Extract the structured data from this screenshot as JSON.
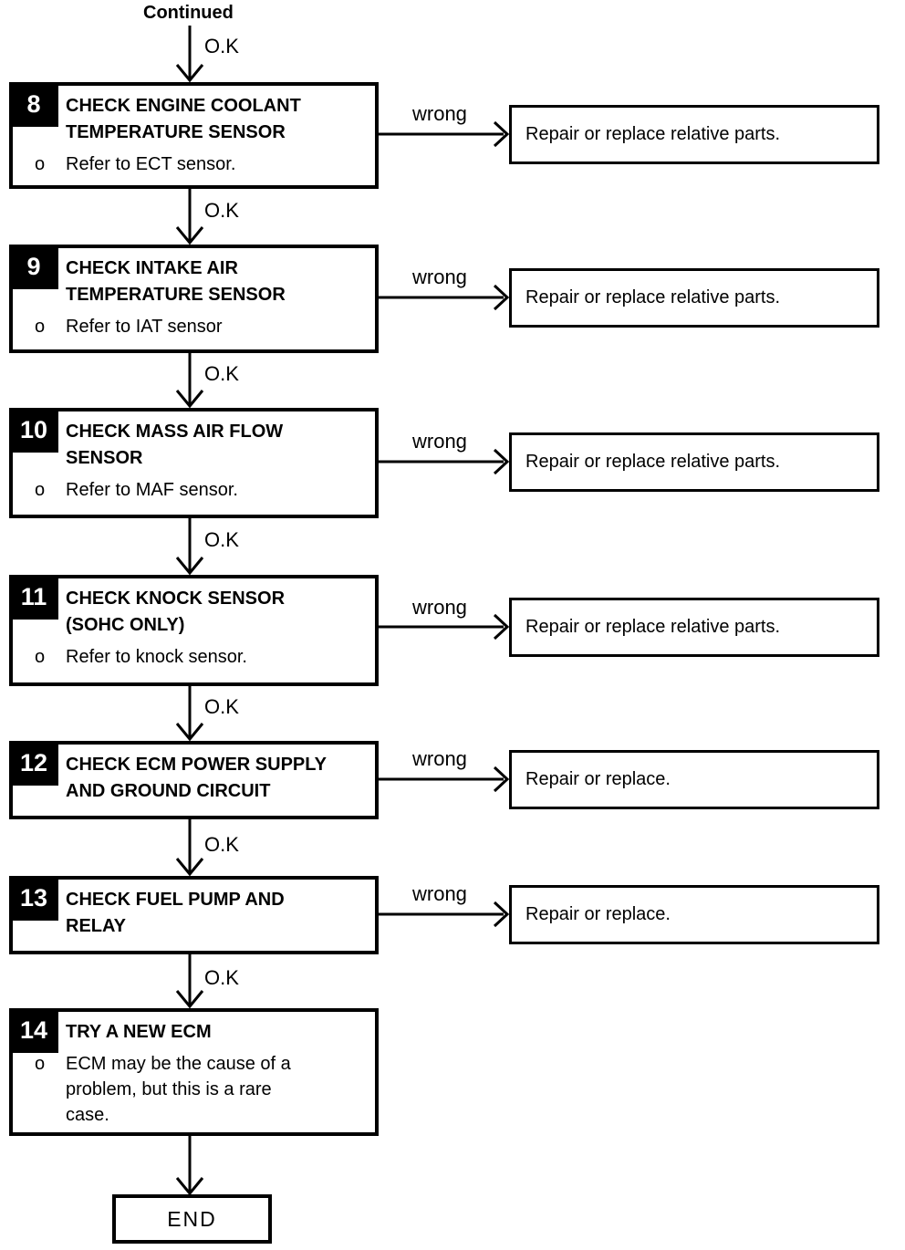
{
  "page": {
    "background_color": "#ffffff",
    "ink_color": "#000000"
  },
  "flow": {
    "continued_label": "Continued",
    "ok_label": "O.K",
    "wrong_label": "wrong",
    "end_label": "END",
    "bullet": "o",
    "steps": [
      {
        "number": "8",
        "title": "CHECK ENGINE COOLANT\nTEMPERATURE SENSOR",
        "note": "Refer to ECT sensor.",
        "wrong_action": "Repair or replace relative parts."
      },
      {
        "number": "9",
        "title": "CHECK INTAKE AIR\nTEMPERATURE SENSOR",
        "note": "Refer to IAT sensor",
        "wrong_action": "Repair or replace relative parts."
      },
      {
        "number": "10",
        "title": "CHECK MASS AIR FLOW\nSENSOR",
        "note": "Refer to MAF sensor.",
        "wrong_action": "Repair or replace relative parts."
      },
      {
        "number": "11",
        "title": "CHECK KNOCK SENSOR\n(SOHC ONLY)",
        "note": "Refer to knock sensor.",
        "wrong_action": "Repair or replace relative parts."
      },
      {
        "number": "12",
        "title": "CHECK ECM POWER SUPPLY\nAND GROUND CIRCUIT",
        "note": null,
        "wrong_action": "Repair or replace."
      },
      {
        "number": "13",
        "title": "CHECK FUEL PUMP AND\nRELAY",
        "note": null,
        "wrong_action": "Repair or replace."
      },
      {
        "number": "14",
        "title": "TRY A NEW ECM",
        "note": "ECM may be the cause of a\nproblem, but this is a rare\ncase.",
        "wrong_action": null
      }
    ]
  }
}
